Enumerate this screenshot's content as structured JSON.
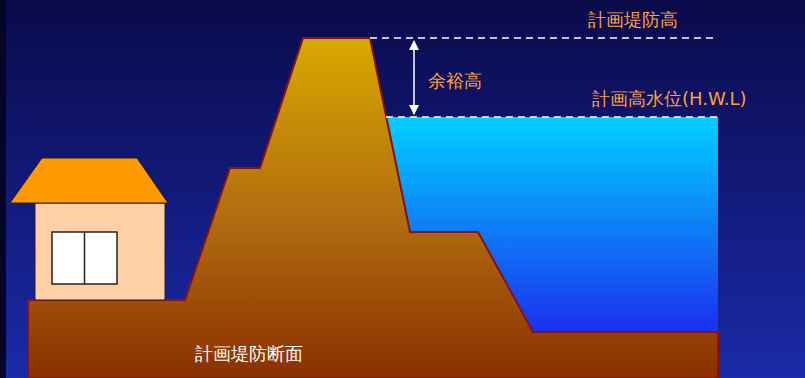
{
  "diagram": {
    "labels": [
      "計画堤防高",
      "余裕高",
      "計画高水位(H.W.L)",
      "計画堤防断面"
    ]
  }
}
